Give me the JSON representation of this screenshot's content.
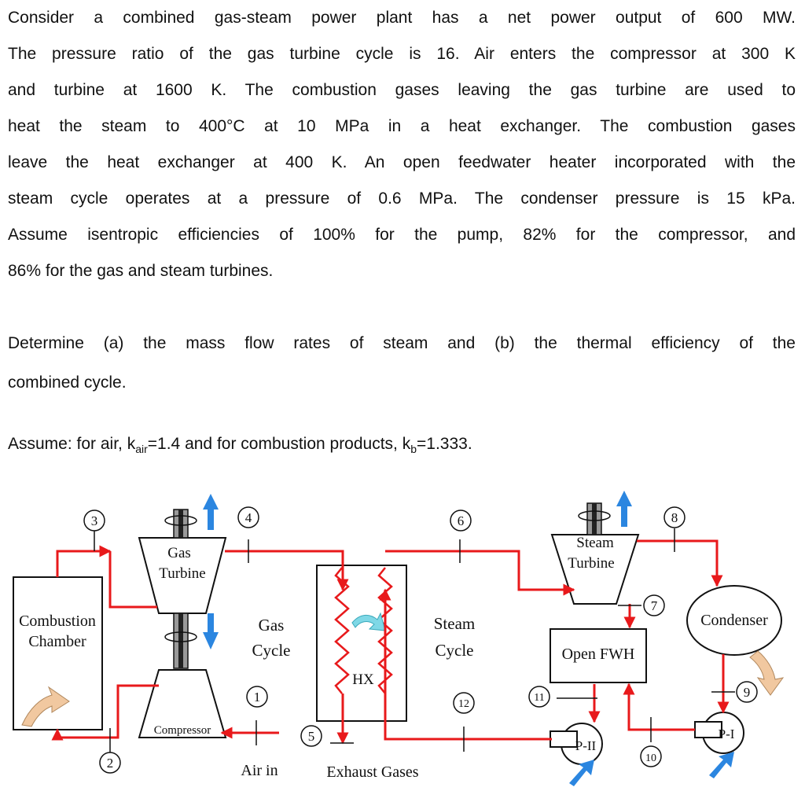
{
  "problem": {
    "paragraph1_lines": [
      "Consider a combined gas-steam power plant has a net power output of 600 MW.",
      "The pressure ratio of the gas turbine cycle is 16. Air enters the compressor at 300 K",
      "and turbine at 1600 K. The combustion gases leaving the gas turbine are used to",
      "heat the steam to 400°C at 10 MPa in a heat exchanger. The combustion gases",
      "leave the heat exchanger at 400 K. An open feedwater heater incorporated with the",
      "steam cycle operates at a pressure of 0.6 MPa. The condenser pressure is 15 kPa.",
      "Assume isentropic efficiencies of 100% for the pump, 82% for the compressor, and",
      "86% for the gas and steam turbines."
    ],
    "paragraph2_lines": [
      "Determine (a) the mass flow rates of steam and (b) the thermal efficiency of the",
      "combined cycle."
    ],
    "assume": {
      "prefix": "Assume: for air, k",
      "air_sub": "air",
      "air_val": "=1.4 and for combustion products, k",
      "b_sub": "b",
      "b_val": "=1.333."
    }
  },
  "diagram": {
    "components": {
      "combustion_chamber": [
        "Combustion",
        "Chamber"
      ],
      "gas_turbine": [
        "Gas",
        "Turbine"
      ],
      "compressor": "Compressor",
      "gas_cycle": [
        "Gas",
        "Cycle"
      ],
      "hx": "HX",
      "steam_cycle": [
        "Steam",
        "Cycle"
      ],
      "steam_turbine": [
        "Steam",
        "Turbine"
      ],
      "open_fwh": "Open FWH",
      "condenser": "Condenser",
      "pump_2": "P-II",
      "pump_1": "P-I",
      "air_in": "Air in",
      "exhaust": "Exhaust Gases"
    },
    "states": [
      "1",
      "2",
      "3",
      "4",
      "5",
      "6",
      "7",
      "8",
      "9",
      "10",
      "11",
      "12"
    ],
    "colors": {
      "flow": "#e8191b",
      "arrow_blue": "#2b86e0",
      "heat_arrow": "#f1c8a0",
      "hx_arrow": "#7fd8e6"
    }
  }
}
